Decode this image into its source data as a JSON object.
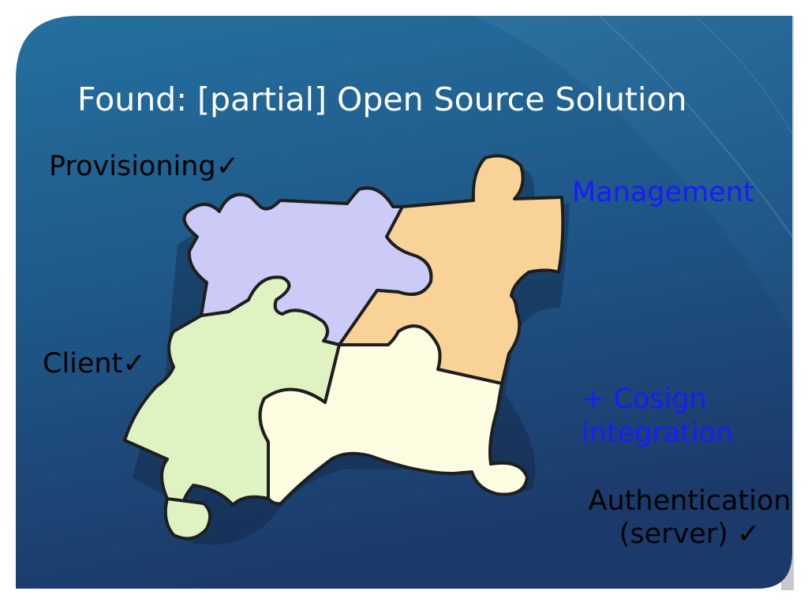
{
  "slide": {
    "title": "Found: [partial] Open Source Solution",
    "labels": {
      "provisioning": "Provisioning✓",
      "management": "Management",
      "client": "Client✓",
      "cosign_line1": "+ Cosign",
      "cosign_line2": "integration",
      "authentication_line1": "Authentication",
      "authentication_line2": "(server) ✓"
    }
  },
  "colors": {
    "background_dark": "#1b3f6e",
    "background_light": "#2a74a3",
    "title_text": "#ffffff",
    "accent_text": "#1a1aff",
    "piece_purple": "#cccaf7",
    "piece_orange": "#f8d296",
    "piece_green": "#dff2c2",
    "piece_cream": "#fdfde2"
  },
  "illustration": {
    "icon": "puzzle-pieces-icon",
    "pieces": [
      "purple",
      "orange",
      "green",
      "cream"
    ]
  }
}
